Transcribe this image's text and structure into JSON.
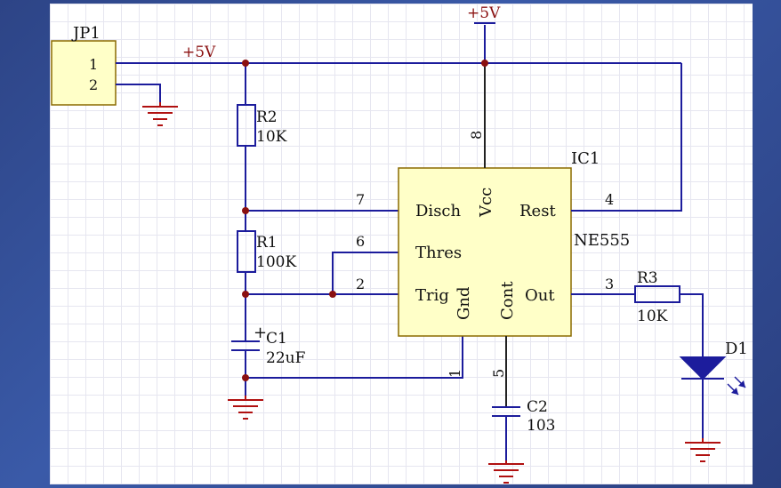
{
  "connector": {
    "ref": "JP1",
    "pin1": "1",
    "pin2": "2"
  },
  "nets": {
    "vcc_top": "+5V",
    "vcc_left": "+5V"
  },
  "ic": {
    "ref": "IC1",
    "part": "NE555",
    "pins": {
      "disch": "Disch",
      "thres": "Thres",
      "trig": "Trig",
      "rest": "Rest",
      "out": "Out",
      "vcc": "Vcc",
      "gnd": "Gnd",
      "cont": "Cont"
    },
    "pin_numbers": {
      "p1": "1",
      "p2": "2",
      "p3": "3",
      "p4": "4",
      "p5": "5",
      "p6": "6",
      "p7": "7",
      "p8": "8"
    }
  },
  "components": {
    "r1": {
      "ref": "R1",
      "value": "100K"
    },
    "r2": {
      "ref": "R2",
      "value": "10K"
    },
    "r3": {
      "ref": "R3",
      "value": "10K"
    },
    "c1": {
      "ref": "C1",
      "value": "22uF",
      "polarity": "+"
    },
    "c2": {
      "ref": "C2",
      "value": "103"
    },
    "d1": {
      "ref": "D1"
    }
  },
  "colors": {
    "wire": "#1c1c9c",
    "ic_fill": "#ffffc8",
    "ground": "#b01010",
    "junction": "#8a1010"
  }
}
